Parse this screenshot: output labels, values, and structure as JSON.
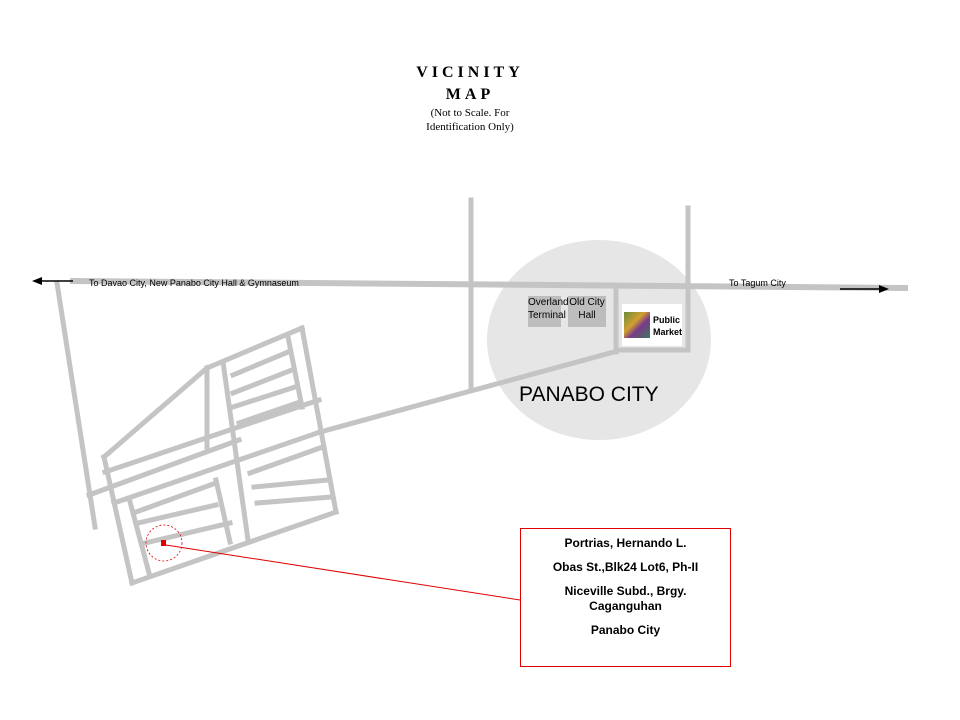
{
  "title": {
    "line1": "VICINITY",
    "line2": "MAP",
    "note_line1": "(Not to Scale. For",
    "note_line2": "Identification Only)"
  },
  "directions": {
    "west": "To Davao City, New Panabo City Hall & Gymnaseum",
    "east": "To Tagum City"
  },
  "landmarks": {
    "overland_terminal": {
      "line1": "Overland",
      "line2": "Terminal"
    },
    "old_city_hall": {
      "line1": "Old City",
      "line2": "Hall"
    },
    "public_market": {
      "line1": "Public",
      "line2": "Market"
    }
  },
  "city_label": "PANABO CITY",
  "address": {
    "name": "Portrias, Hernando L.",
    "street": "Obas St.,Blk24 Lot6, Ph-II",
    "subd_line1": "Niceville Subd.,  Brgy.",
    "subd_line2": "Caganguhan",
    "city": "Panabo City"
  },
  "colors": {
    "road": "#c4c4c4",
    "city_area": "#e6e6e6",
    "building": "#bdbdbd",
    "marker": "#e00000"
  }
}
